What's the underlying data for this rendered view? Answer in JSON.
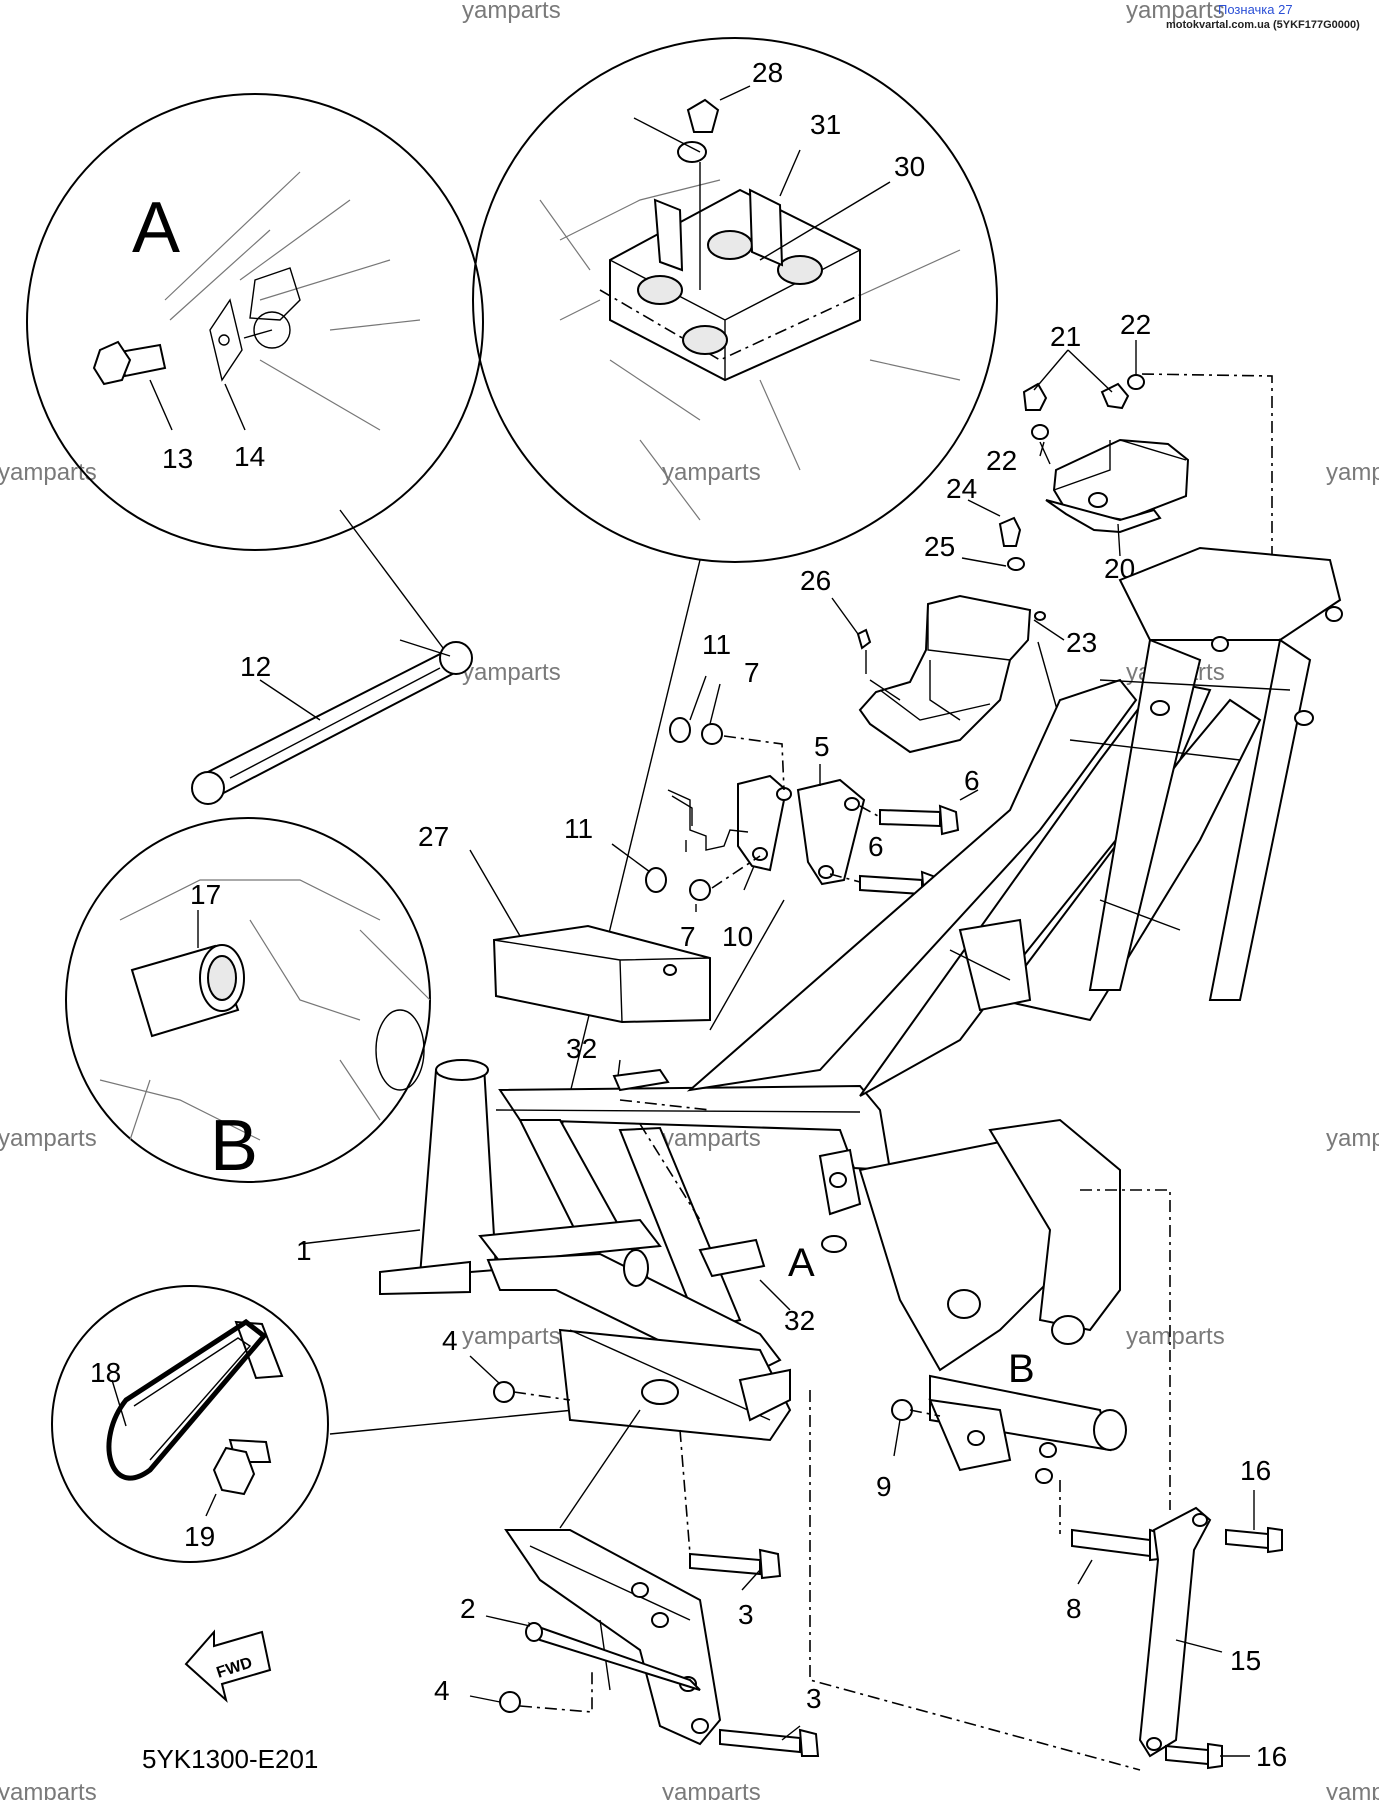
{
  "header": {
    "link_text": "Позначка 27",
    "site_text": "motokvartal.com.ua (5YKF177G0000)"
  },
  "watermark": "yamparts",
  "diagram": {
    "code": "5YK1300-E201",
    "fwd_label": "FWD",
    "detail_a_label": "A",
    "detail_b_label": "B",
    "callouts": [
      "1",
      "2",
      "3",
      "3",
      "4",
      "4",
      "5",
      "6",
      "6",
      "7",
      "7",
      "8",
      "9",
      "10",
      "11",
      "11",
      "12",
      "13",
      "14",
      "15",
      "16",
      "16",
      "17",
      "18",
      "19",
      "20",
      "21",
      "22",
      "22",
      "23",
      "24",
      "25",
      "26",
      "27",
      "28",
      "30",
      "31",
      "32",
      "32"
    ]
  },
  "colors": {
    "line": "#000000",
    "watermark": "#7a7a7a",
    "link": "#2a4fd6"
  }
}
